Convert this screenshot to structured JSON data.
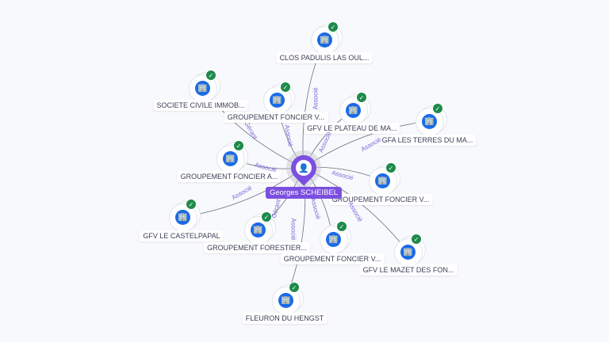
{
  "center": {
    "name": "Georges SCHEIBEL",
    "icon": "person-icon"
  },
  "nodes": [
    {
      "label": "CLOS PADULIS LAS OUL...",
      "edge": "Associé"
    },
    {
      "label": "SOCIETE CIVILE IMMOB...",
      "edge": "Gérant"
    },
    {
      "label": "GROUPEMENT FONCIER V...",
      "edge": "Associé"
    },
    {
      "label": "GFV LE PLATEAU DE MA...",
      "edge": "Associé"
    },
    {
      "label": "GFA LES TERRES DU MA...",
      "edge": "Associé"
    },
    {
      "label": "GROUPEMENT FONCIER A...",
      "edge": "Associé"
    },
    {
      "label": "GROUPEMENT FONCIER V...",
      "edge": "Associé"
    },
    {
      "label": "GFV LE CASTELPAPAL",
      "edge": "Associé"
    },
    {
      "label": "GROUPEMENT FORESTIER...",
      "edge": "Gérant"
    },
    {
      "label": "GROUPEMENT FONCIER V...",
      "edge": "Associé"
    },
    {
      "label": "GFV LE MAZET DES FON...",
      "edge": "Associé"
    },
    {
      "label": "FLEURON DU HENGST",
      "edge": "Associé"
    }
  ],
  "node_icon": "company-building-icon",
  "status_icon": "verified-check-icon",
  "colors": {
    "accent": "#7b4fe0",
    "node": "#1a6ae8",
    "check": "#1e8a4b",
    "edge_label": "#7a68d8"
  }
}
